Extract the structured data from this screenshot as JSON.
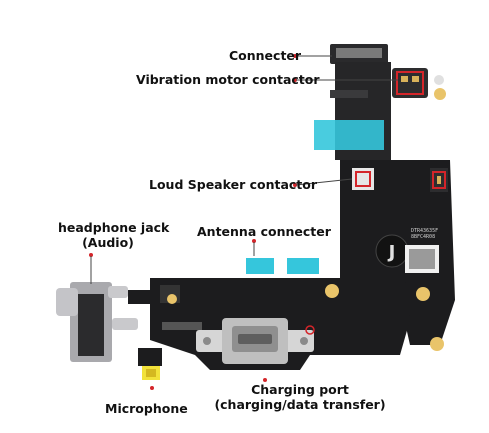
{
  "labels": {
    "connecter": "Connecter",
    "vibration_motor_contactor": "Vibration motor contactor",
    "loud_speaker_contactor": "Loud Speaker contactor",
    "headphone_jack_line1": "headphone jack",
    "headphone_jack_line2": "(Audio)",
    "antenna_connecter": "Antenna connecter",
    "charging_port_line1": "Charging port",
    "charging_port_line2": "(charging/data transfer)",
    "microphone": "Microphone"
  },
  "board_markings": {
    "logo_letter": "J",
    "chip_text_1": "DTR43635F",
    "chip_text_2": "8BFC4R08"
  },
  "colors": {
    "pcb": "#1c1c1e",
    "flex": "#2a2a2c",
    "stiffener_cyan": "#35c6dc",
    "gold_pad": "#d9b25a",
    "callout_red": "#d4252a",
    "microphone_pad": "#f2e23a",
    "port_metal": "#bfbfbf"
  }
}
